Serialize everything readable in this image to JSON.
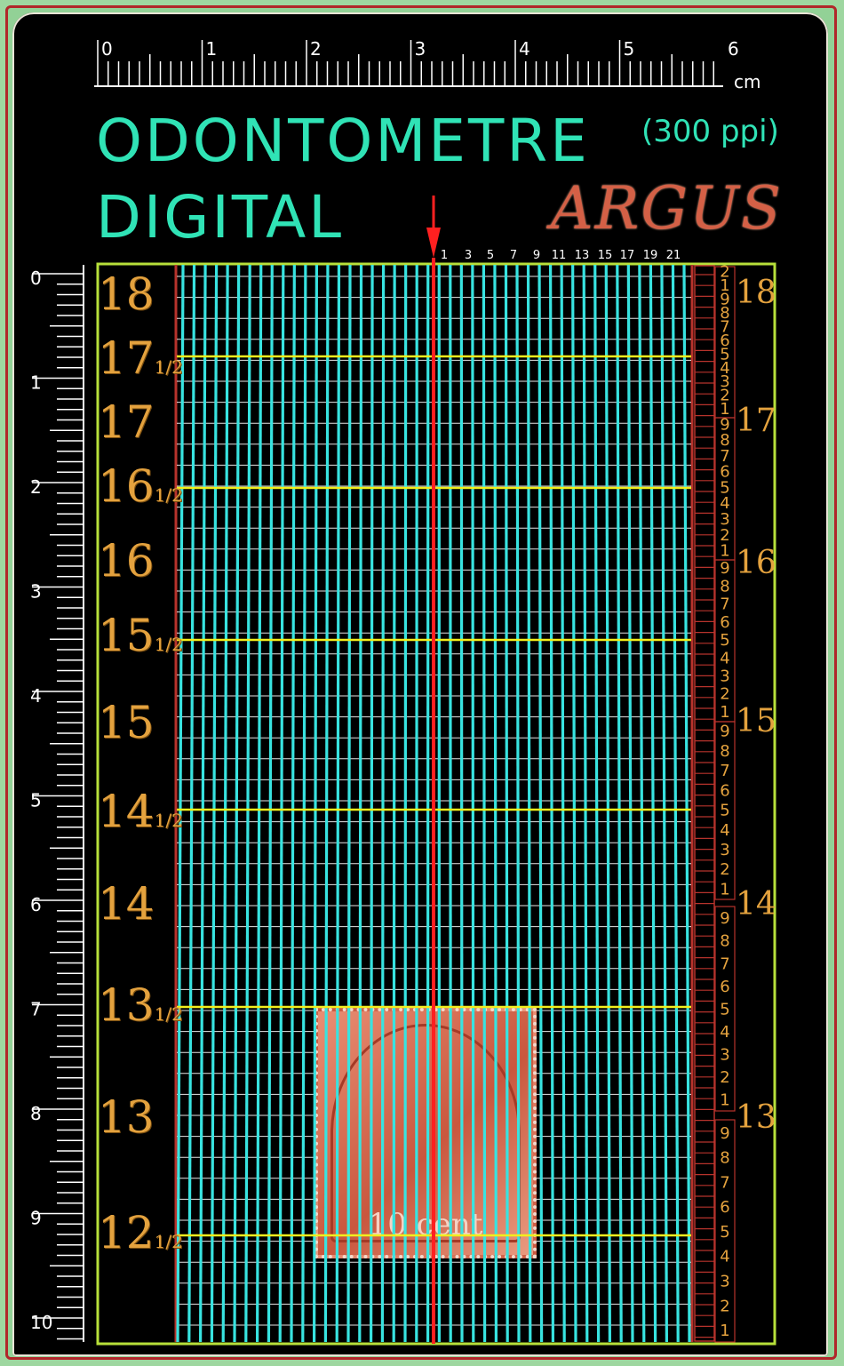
{
  "title_line1": "ODONTOMETRE",
  "title_line2": "DIGITAL",
  "resolution": "(300 ppi)",
  "brand": "ARGUS",
  "top_ruler": {
    "unit": "cm",
    "labels": [
      "0",
      "1",
      "2",
      "3",
      "4",
      "5",
      "6"
    ]
  },
  "left_ruler": {
    "labels": [
      "0",
      "1",
      "2",
      "3",
      "4",
      "5",
      "6",
      "7",
      "8",
      "9",
      "10"
    ]
  },
  "column_numbers": [
    "1",
    "3",
    "5",
    "7",
    "9",
    "11",
    "13",
    "15",
    "17",
    "19",
    "21"
  ],
  "gauges_left": [
    {
      "whole": "18",
      "half": ""
    },
    {
      "whole": "17",
      "half": "1/2"
    },
    {
      "whole": "17",
      "half": ""
    },
    {
      "whole": "16",
      "half": "1/2"
    },
    {
      "whole": "16",
      "half": ""
    },
    {
      "whole": "15",
      "half": "1/2"
    },
    {
      "whole": "15",
      "half": ""
    },
    {
      "whole": "14",
      "half": "1/2"
    },
    {
      "whole": "14",
      "half": ""
    },
    {
      "whole": "13",
      "half": "1/2"
    },
    {
      "whole": "13",
      "half": ""
    },
    {
      "whole": "12",
      "half": "1/2"
    }
  ],
  "gauges_right": [
    "18",
    "17",
    "16",
    "15",
    "14",
    "13"
  ],
  "stamp_value": "10 cent",
  "colors": {
    "grid": "#38e3e0",
    "frame": "#b7e03a",
    "half_line": "#f2ee1c",
    "gauge_text": "#e4a23e",
    "pointer": "#ff2020",
    "title": "#30e3b6"
  }
}
